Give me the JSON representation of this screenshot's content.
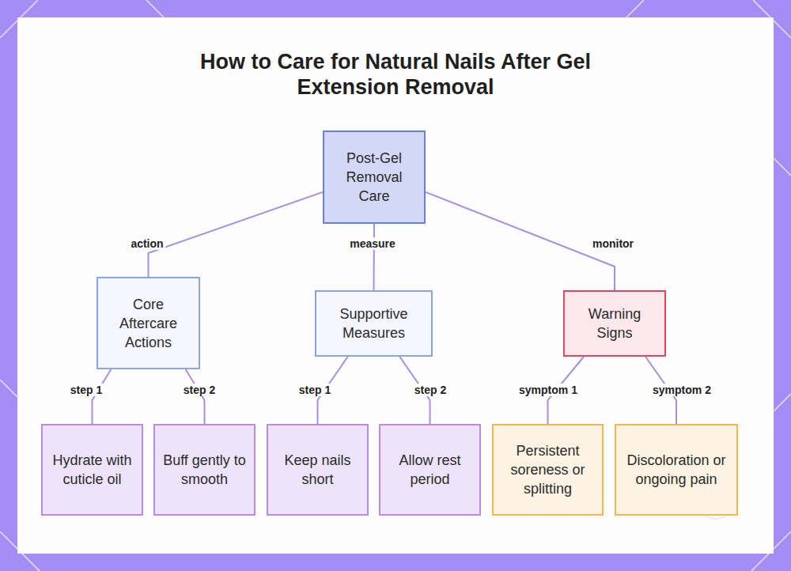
{
  "diagram": {
    "title": "How to Care for Natural Nails After Gel Extension Removal",
    "nodes": [
      {
        "text": [
          "Post-Gel Removal Care"
        ]
      },
      {
        "text": [
          "Core Aftercare Actions"
        ]
      },
      {
        "text": [
          "Supportive Measures"
        ]
      },
      {
        "text": [
          "Warning Signs"
        ]
      },
      {
        "text": [
          "Hydrate with cuticle oil"
        ]
      },
      {
        "text": [
          "Buff gently to smooth"
        ]
      },
      {
        "text": [
          "Keep nails short"
        ]
      },
      {
        "text": [
          "Allow rest period"
        ]
      },
      {
        "text": [
          "Persistent soreness or splitting"
        ]
      },
      {
        "text": [
          "Discoloration or ongoing pain"
        ]
      }
    ],
    "edges": [
      {
        "from": 0,
        "to": 1,
        "label": "action",
        "arrow": "none"
      },
      {
        "from": 0,
        "to": 2,
        "label": "measure",
        "arrow": "none"
      },
      {
        "from": 0,
        "to": 3,
        "label": "monitor",
        "arrow": "none"
      },
      {
        "from": 1,
        "to": 4,
        "label": "step 1",
        "arrow": "none"
      },
      {
        "from": 1,
        "to": 5,
        "label": "step 2",
        "arrow": "none"
      },
      {
        "from": 2,
        "to": 6,
        "label": "step 1",
        "arrow": "none"
      },
      {
        "from": 2,
        "to": 7,
        "label": "step 2",
        "arrow": "none"
      },
      {
        "from": 3,
        "to": 8,
        "label": "symptom 1",
        "arrow": "none"
      },
      {
        "from": 3,
        "to": 9,
        "label": "symptom 2",
        "arrow": "none"
      }
    ]
  }
}
